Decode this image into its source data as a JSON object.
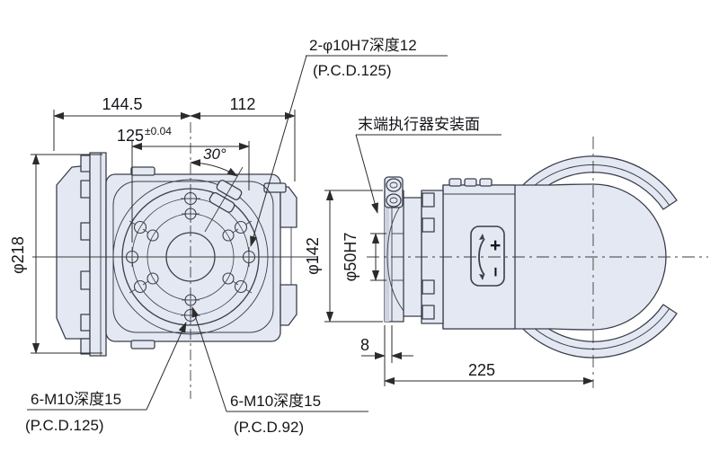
{
  "drawing": {
    "type": "robot-wrist-flange-engineering-drawing",
    "callouts": {
      "dowel_holes": {
        "line1": "2-φ10H7深度12",
        "line2": "(P.C.D.125)"
      },
      "mounting_face": "末端执行器安装面",
      "bolt_holes_outer": {
        "line1": "6-M10深度15",
        "line2": "(P.C.D.125)"
      },
      "bolt_holes_inner": {
        "line1": "6-M10深度15",
        "line2": "(P.C.D.92)"
      }
    },
    "dimensions": {
      "width_left": "144.5",
      "width_right": "112",
      "dowel_pitch": "125",
      "dowel_pitch_tolerance": "±0.04",
      "key_angle": "30°",
      "body_diameter": "φ218",
      "flange_diameter": "φ142",
      "spigot_diameter": "φ50H7",
      "face_lip": "8",
      "face_to_axis": "225"
    },
    "symbols": {
      "rotation_plus": "+",
      "rotation_minus": "−"
    },
    "colors": {
      "part_fill": "#e4e8f2",
      "part_edge": "#3a3f4b",
      "shade": "#ccd2e0",
      "dimension_line": "#2b2b2b",
      "background": "#ffffff"
    }
  }
}
